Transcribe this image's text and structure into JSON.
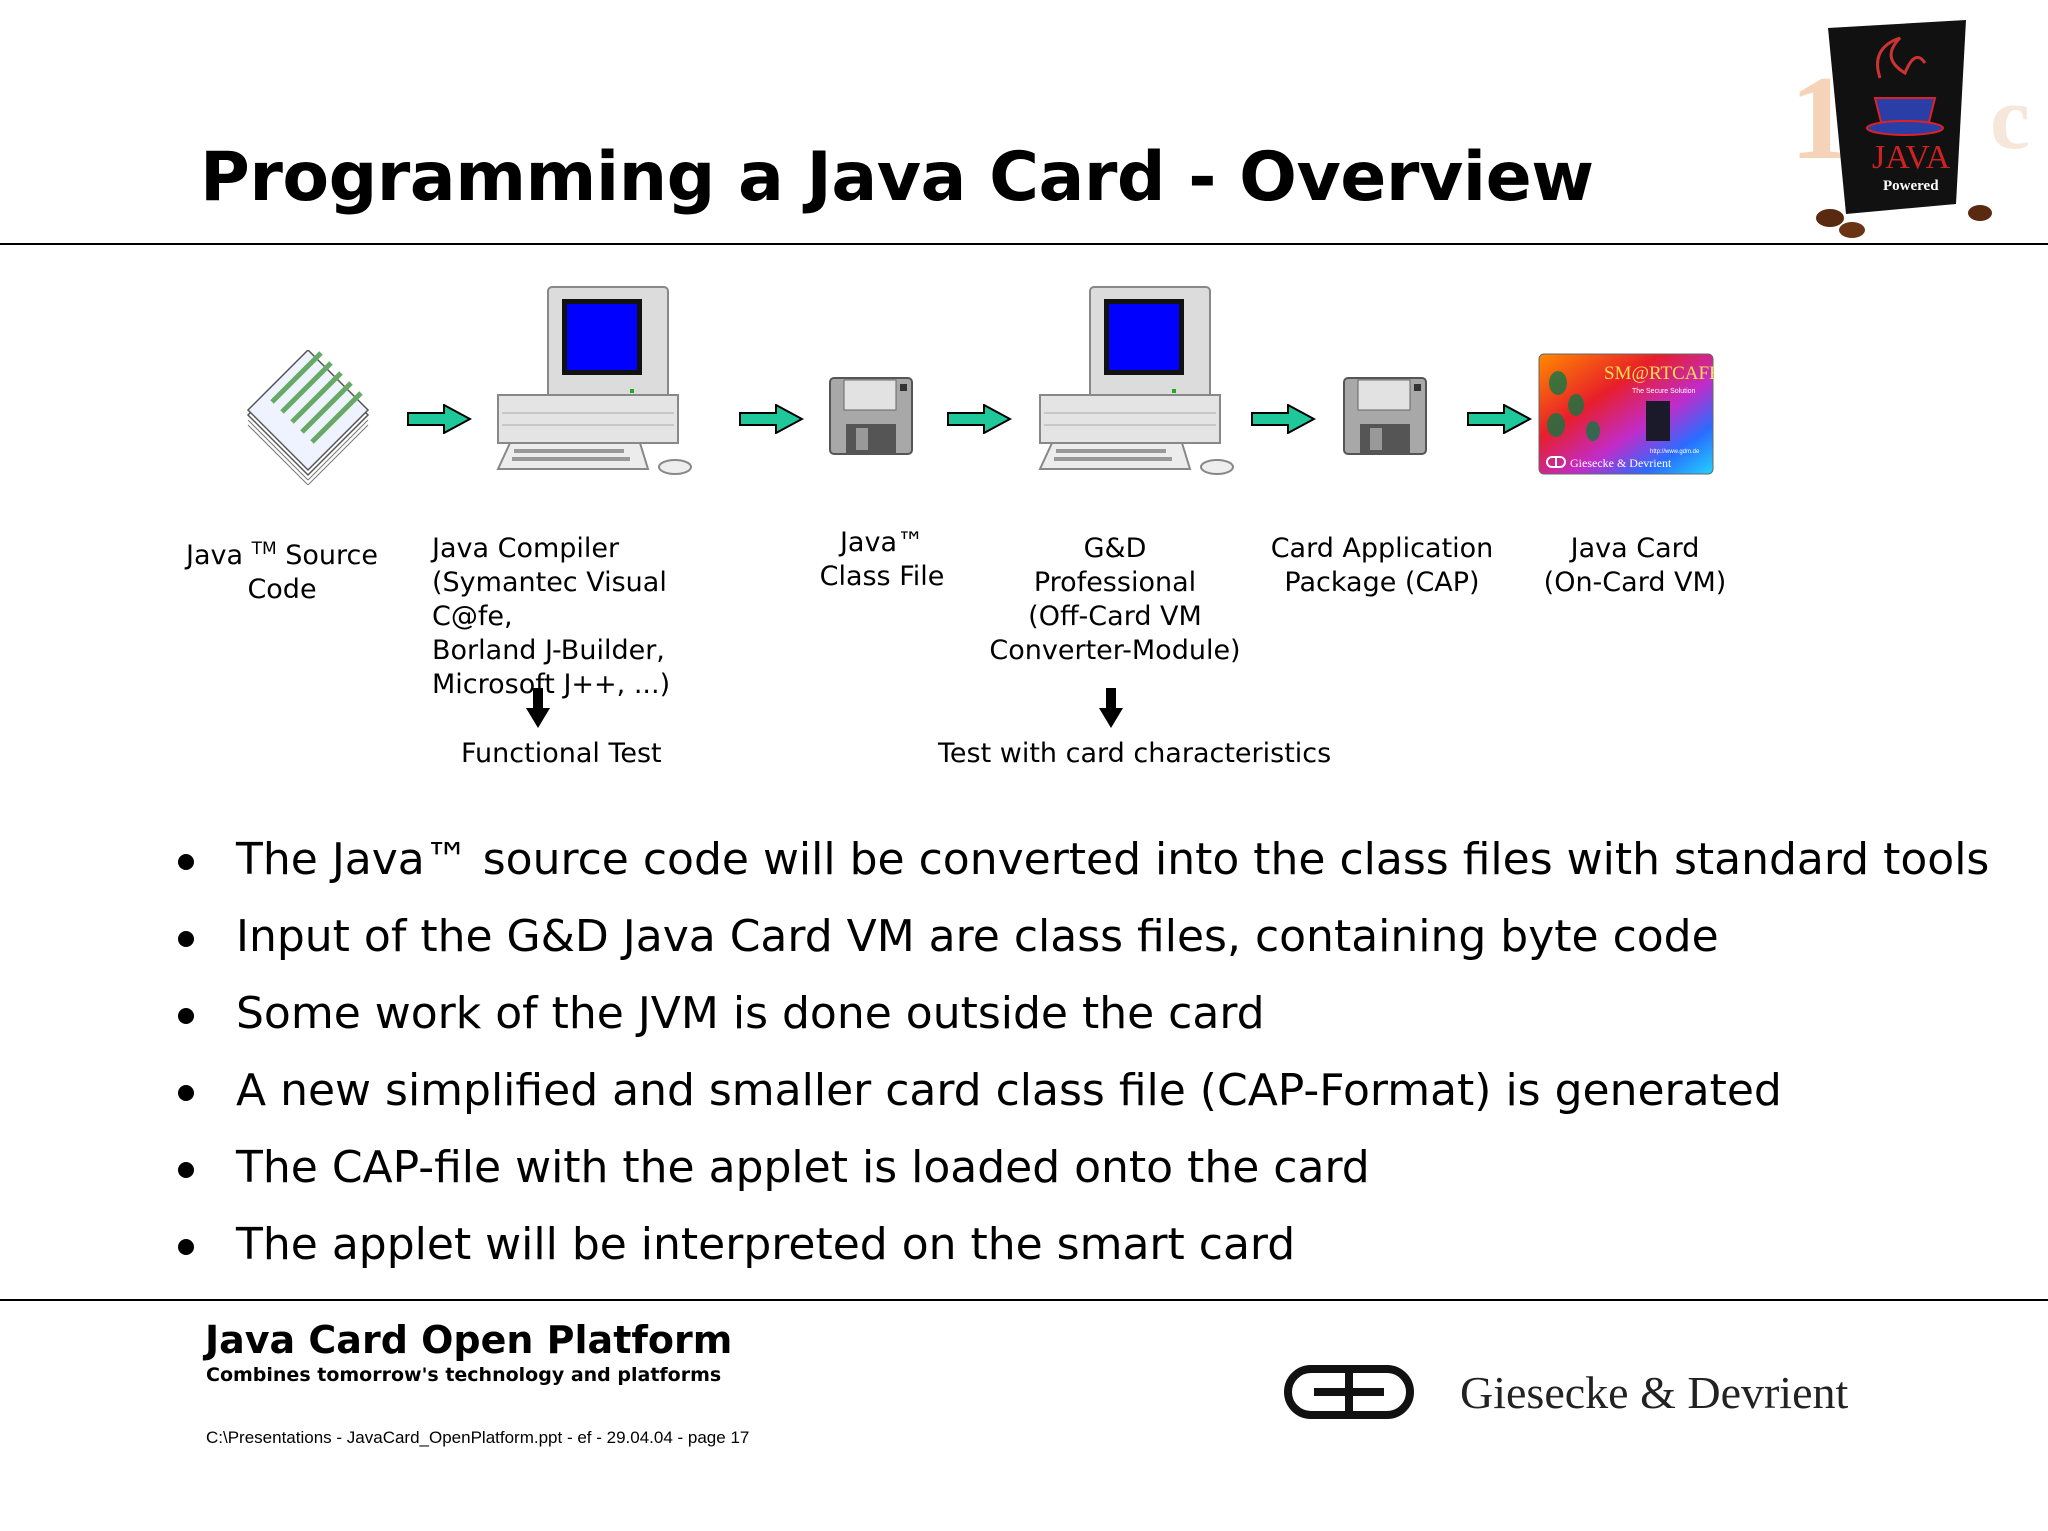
{
  "title": "Programming a Java Card - Overview",
  "logo": {
    "brand": "JAVA",
    "caption": "Powered"
  },
  "stages": [
    {
      "id": "source",
      "icon": "source-code-stack-icon",
      "label_pre": "Java ",
      "tm": "TM",
      "label_post": " Source\nCode"
    },
    {
      "id": "compiler",
      "icon": "computer-icon",
      "label": "Java Compiler\n(Symantec Visual C@fe,\nBorland J-Builder,\nMicrosoft J++, ...)"
    },
    {
      "id": "classfile",
      "icon": "floppy-disk-icon",
      "label": "Java™\nClass File"
    },
    {
      "id": "converter",
      "icon": "computer-icon",
      "label": "G&D\nProfessional\n(Off-Card VM\nConverter-Module)"
    },
    {
      "id": "cap",
      "icon": "floppy-disk-icon",
      "label": "Card Application\nPackage (CAP)"
    },
    {
      "id": "javacard",
      "icon": "smart-card-icon",
      "label": "Java Card\n(On-Card VM)"
    }
  ],
  "smartcard": {
    "brand": "SM@RTCAFÉ",
    "tagline": "The Secure Solution",
    "url": "http://www.gdm.de",
    "maker": "Giesecke & Devrient"
  },
  "tests": {
    "functional": "Functional Test",
    "card": "Test with card characteristics"
  },
  "bullets": [
    "The Java™ source code will be converted into the class files with standard tools",
    "Input of the G&D Java Card VM are class files, containing byte code",
    "Some work of the JVM is done outside the card",
    "A new simplified and smaller card class file (CAP-Format) is generated",
    "The CAP-file with the applet is loaded onto the card",
    "The applet will be interpreted on the smart card"
  ],
  "footer": {
    "title": "Java Card Open Platform",
    "subtitle": "Combines tomorrow's technology and platforms",
    "path": "C:\\Presentations - JavaCard_OpenPlatform.ppt - ef - 29.04.04 - page 17",
    "company": "Giesecke & Devrient"
  },
  "colors": {
    "arrow": "#1fc89a",
    "screen": "#0000ff",
    "rule": "#000000"
  }
}
